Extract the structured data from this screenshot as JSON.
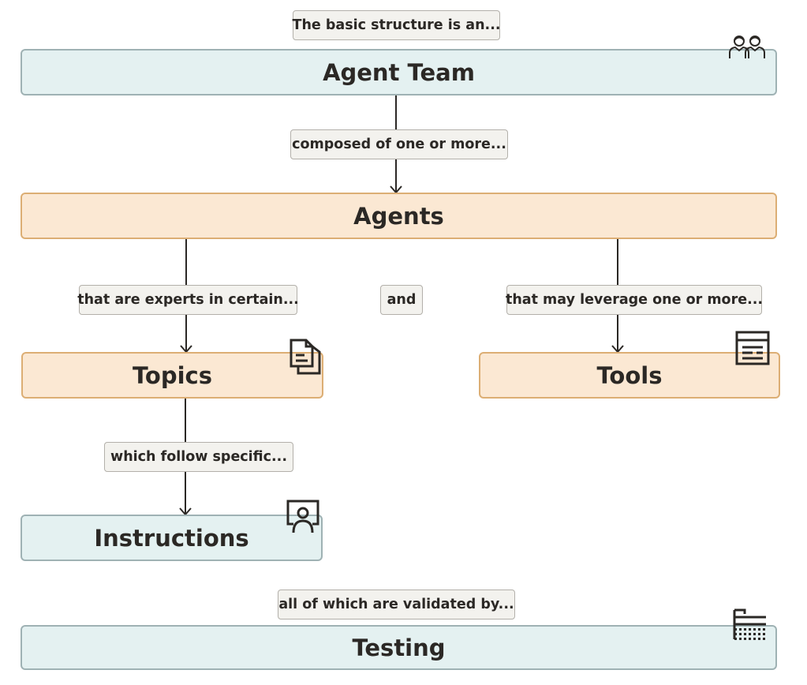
{
  "nodes": {
    "agent_team": "Agent Team",
    "agents": "Agents",
    "topics": "Topics",
    "tools": "Tools",
    "instructions": "Instructions",
    "testing": "Testing"
  },
  "labels": {
    "intro": "The basic structure is an...",
    "composed": "composed of one or more...",
    "experts": "that are experts in certain...",
    "and": "and",
    "leverage": "that may leverage one or more...",
    "follow": "which follow specific...",
    "validated": "all of which are validated by..."
  },
  "icons": {
    "agent_team": "people-icon",
    "topics": "documents-icon",
    "tools": "toolbox-icon",
    "instructions": "presenter-icon",
    "testing": "test-rack-icon"
  },
  "colors": {
    "teal_fill": "#e4f1f1",
    "teal_border": "#9fb2b4",
    "peach_fill": "#fbe8d3",
    "peach_border": "#dcae74",
    "label_fill": "#f3f2ee",
    "text": "#2b2825"
  }
}
